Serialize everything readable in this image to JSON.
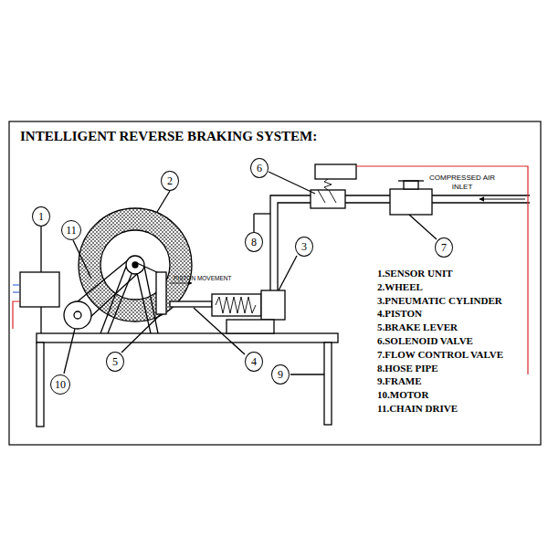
{
  "diagram": {
    "title": "INTELLIGENT REVERSE BRAKING SYSTEM:",
    "nodes": [
      {
        "text": [
          "1"
        ]
      },
      {
        "text": [
          "2"
        ]
      },
      {
        "text": [
          "3"
        ]
      },
      {
        "text": [
          "4"
        ]
      },
      {
        "text": [
          "5"
        ]
      },
      {
        "text": [
          "6"
        ]
      },
      {
        "text": [
          "7"
        ]
      },
      {
        "text": [
          "8"
        ]
      },
      {
        "text": [
          "9"
        ]
      },
      {
        "text": [
          "10"
        ]
      },
      {
        "text": [
          "11"
        ]
      }
    ],
    "labels": [
      "PISTON MOVEMENT",
      "COMPRESSED AIR INLET",
      "1.SENSOR UNIT",
      "2.WHEEL",
      "3.PNEUMATIC CYLINDER",
      "4.PISTON",
      "5.BRAKE LEVER",
      "6.SOLENOID VALVE",
      "7.FLOW CONTROL VALVE",
      "8.HOSE PIPE",
      "9.FRAME",
      "10.MOTOR",
      "11.CHAIN DRIVE"
    ]
  }
}
